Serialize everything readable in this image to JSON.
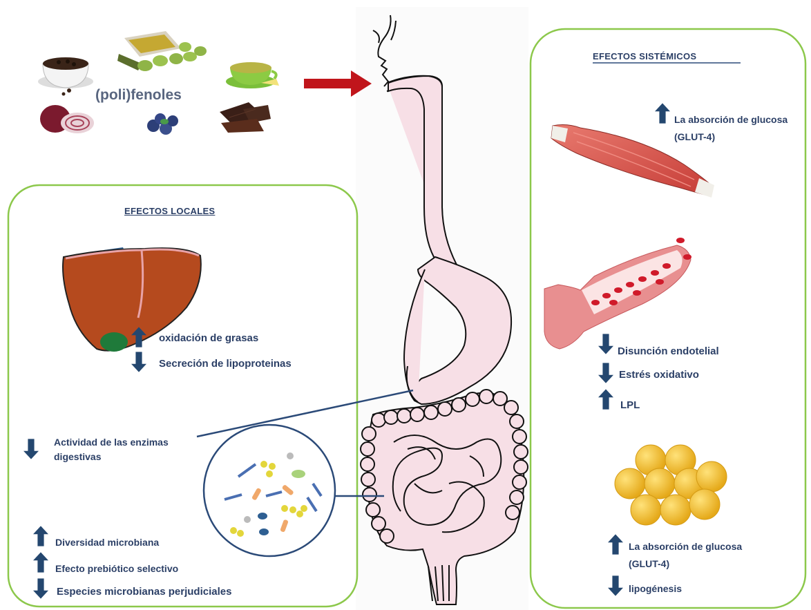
{
  "food": {
    "title": "(poli)fenoles"
  },
  "local": {
    "heading": "EFECTOS LOCALES",
    "liver_up": "oxidación de grasas",
    "liver_down": "Secreción de lipoproteinas",
    "enzymes": "Actividad de las enzimas digestivas",
    "diversity": "Diversidad microbiana",
    "prebiotic": "Efecto prebiótico selectivo",
    "harmful": "Especies microbianas perjudiciales"
  },
  "systemic": {
    "heading": "EFECTOS SISTÉMICOS",
    "muscle_glucose_1": "La absorción de glucosa",
    "muscle_glucose_2": "(GLUT-4)",
    "endothelial": "Disunción endotelial",
    "oxidative": "Estrés oxidativo",
    "lpl": "LPL",
    "fat_glucose_1": "La absorción de glucosa",
    "fat_glucose_2": "(GLUT-4)",
    "lipogenesis": "lipogénesis"
  },
  "colors": {
    "box_border": "#8cc84b",
    "text": "#2b3f66",
    "arrow": "#24476f",
    "red_arrow": "#c0151b",
    "gut_fill": "#f7dfe6",
    "liver": "#b54a1e",
    "muscle": "#d8544c",
    "fat": "#f2c23a"
  },
  "icons": [
    "coffee-cup-icon",
    "olive-oil-icon",
    "green-tea-icon",
    "onion-icon",
    "blueberries-icon",
    "chocolate-icon",
    "liver-icon",
    "muscle-icon",
    "blood-vessel-icon",
    "adipocytes-icon",
    "microbiota-icon",
    "digestive-tract-icon"
  ]
}
